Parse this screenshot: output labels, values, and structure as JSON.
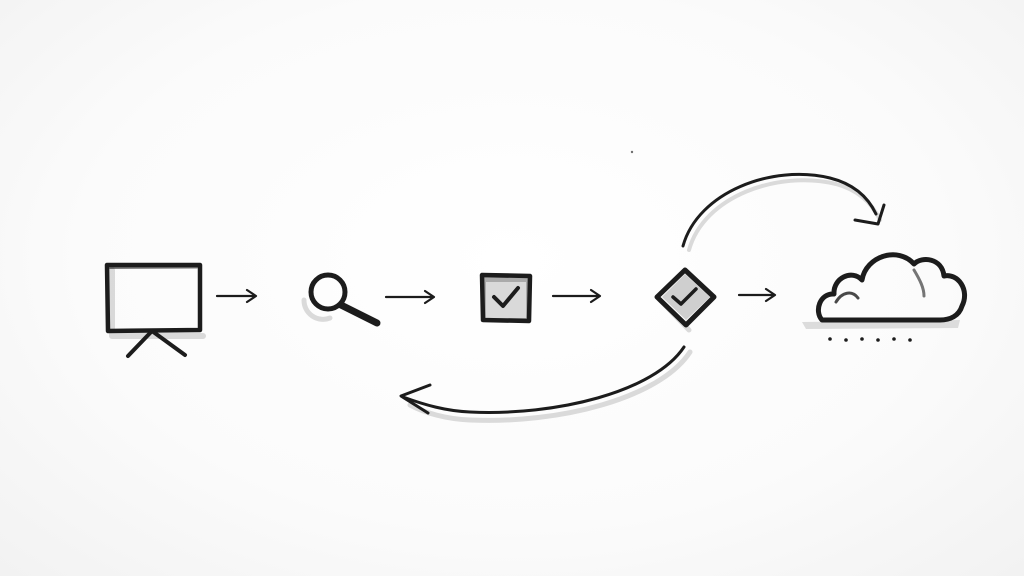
{
  "diagram": {
    "style": "hand-drawn ink sketch",
    "ink_color": "#1c1c1c",
    "background_color": "#fbfbfb",
    "nodes": [
      {
        "id": "presentation",
        "icon": "presentation-board-icon"
      },
      {
        "id": "search",
        "icon": "magnifier-icon"
      },
      {
        "id": "approve",
        "icon": "checkbox-checked-icon"
      },
      {
        "id": "verify",
        "icon": "diamond-check-icon"
      },
      {
        "id": "cloud",
        "icon": "cloud-icon"
      }
    ],
    "flows": [
      {
        "from": "presentation",
        "to": "search",
        "shape": "straight-arrow"
      },
      {
        "from": "search",
        "to": "approve",
        "shape": "straight-arrow"
      },
      {
        "from": "approve",
        "to": "verify",
        "shape": "straight-arrow"
      },
      {
        "from": "verify",
        "to": "cloud",
        "shape": "straight-arrow"
      },
      {
        "from": "verify",
        "to": "cloud",
        "shape": "curved-arrow-over"
      },
      {
        "from": "verify",
        "to": "search",
        "shape": "curved-arrow-under"
      }
    ]
  }
}
